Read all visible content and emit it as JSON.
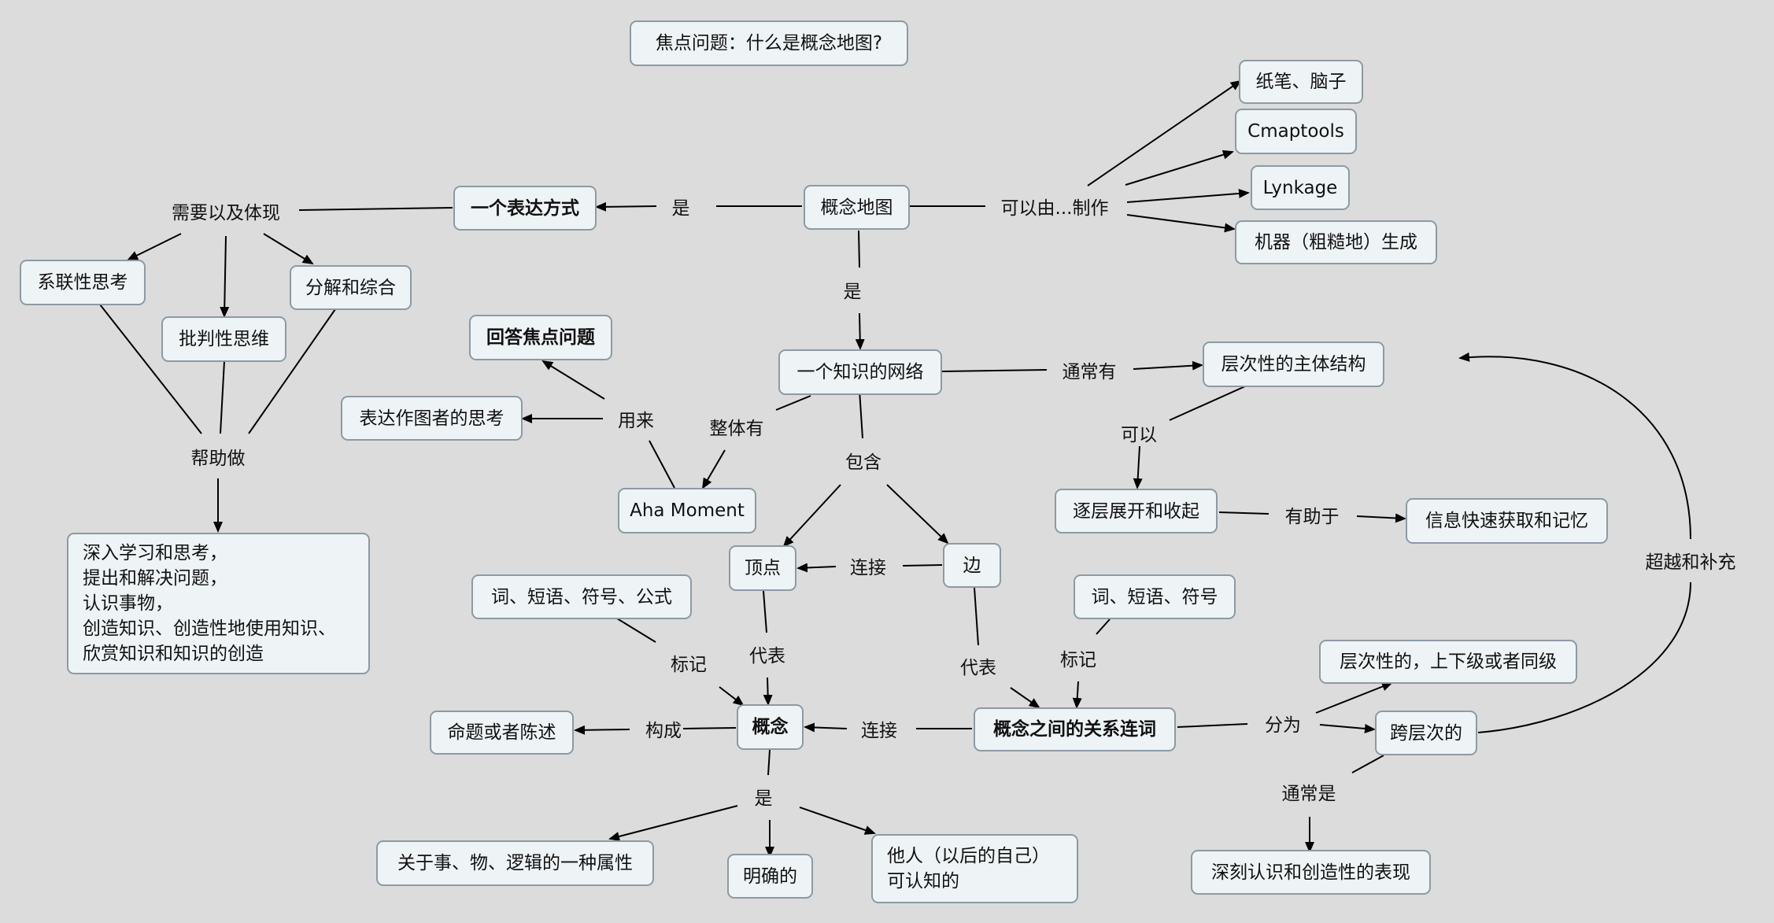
{
  "focus_question": "焦点问题：什么是概念地图?",
  "nodes": {
    "zhibi": "纸笔、脑子",
    "cmap": "Cmaptools",
    "lynkage": "Lynkage",
    "jiqi": "机器（粗糙地）生成",
    "biaoda": "一个表达方式",
    "gainianditu": "概念地图",
    "xilian": "系联性思考",
    "fenjie": "分解和综合",
    "pipan": "批判性思维",
    "huida": "回答焦点问题",
    "zhishi": "一个知识的网络",
    "cengci_zhuti": "层次性的主体结构",
    "biaodazuotu": "表达作图者的思考",
    "aha": "Aha Moment",
    "zhuceng": "逐层展开和收起",
    "xinxi": "信息快速获取和记忆",
    "dingdian": "顶点",
    "bian": "边",
    "shenru": "深入学习和思考，\n提出和解决问题，\n认识事物，\n创造知识、创造性地使用知识、\n欣赏知识和知识的创造",
    "ciyu1": "词、短语、符号、公式",
    "ciyu2": "词、短语、符号",
    "cengci_shangxia": "层次性的，上下级或者同级",
    "mingti": "命题或者陈述",
    "gainian": "概念",
    "guanxi": "概念之间的关系连词",
    "kuaceng": "跨层次的",
    "guanyu": "关于事、物、逻辑的一种属性",
    "mingque": "明确的",
    "taren": "他人（以后的自己）\n可认知的",
    "shenke": "深刻认识和创造性的表现"
  },
  "links": {
    "shi1": "是",
    "keyiyou": "可以由...制作",
    "xuyao": "需要以及体现",
    "shi2": "是",
    "tongchangyou": "通常有",
    "yonglai": "用来",
    "zhengtiyou": "整体有",
    "keyi": "可以",
    "baohan": "包含",
    "bangzhuzuo": "帮助做",
    "youzhuyu": "有助于",
    "lianjie1": "连接",
    "chaoyue": "超越和补充",
    "daibiao1": "代表",
    "biaoji1": "标记",
    "biaoji2": "标记",
    "daibiao2": "代表",
    "goucheng": "构成",
    "lianjie2": "连接",
    "fenwei": "分为",
    "tongchangshi": "通常是",
    "shi3": "是"
  }
}
